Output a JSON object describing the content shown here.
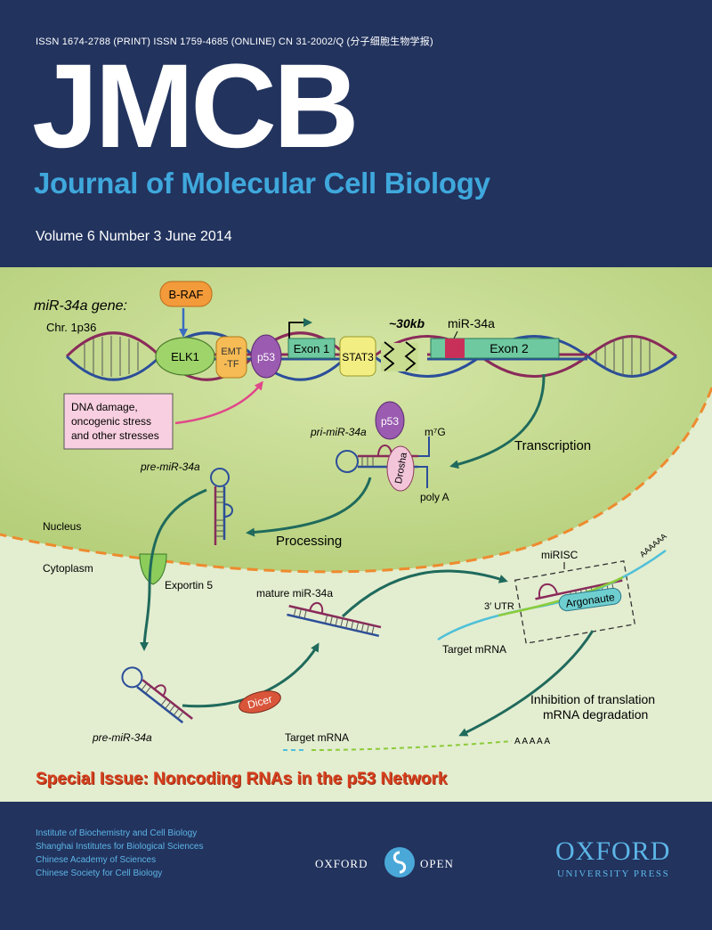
{
  "header": {
    "issn_line": "ISSN 1674-2788 (PRINT)   ISSN 1759-4685 (ONLINE)   CN 31-2002/Q   (分子细胞生物学报)",
    "acronym": "JMCB",
    "full_title": "Journal of Molecular Cell Biology",
    "issue": "Volume 6  Number 3  June 2014"
  },
  "diagram": {
    "gene_title": "miR-34a gene:",
    "chromosome": "Chr. 1p36",
    "braf": "B-RAF",
    "elk1": "ELK1",
    "emt_line1": "EMT",
    "emt_line2": "-TF",
    "p53": "p53",
    "exon1": "Exon 1",
    "stat3": "STAT3",
    "gap": "~30kb",
    "mir34a": "miR-34a",
    "exon2": "Exon 2",
    "stress_line1": "DNA damage,",
    "stress_line2": "oncogenic stress",
    "stress_line3": "and other stresses",
    "pri_mir": "pri-miR-34a",
    "m7g": "m⁷G",
    "drosha": "Drosha",
    "polya": "poly A",
    "transcription": "Transcription",
    "pre_mir_top": "pre-miR-34a",
    "processing": "Processing",
    "nucleus": "Nucleus",
    "cytoplasm": "Cytoplasm",
    "exportin": "Exportin 5",
    "mature": "mature miR-34a",
    "mirisc": "miRISC",
    "utr": "3′ UTR",
    "polyA_tail": "AAAAAA",
    "argonaute": "Argonaute",
    "target_mrna_1": "Target mRNA",
    "pre_mir_bottom": "pre-miR-34a",
    "dicer": "Dicer",
    "inhibition_line1": "Inhibition of translation",
    "inhibition_line2": "mRNA degradation",
    "target_mrna_2": "Target mRNA",
    "degraded_tail": "A  A  A  A  A"
  },
  "special_issue": "Special Issue: Noncoding RNAs in the p53 Network",
  "footer": {
    "institutions": [
      "Institute of Biochemistry and Cell Biology",
      "Shanghai Institutes for Biological Sciences",
      "Chinese Academy of Sciences",
      "Chinese Society for Cell Biology"
    ],
    "open_left": "OXFORD",
    "open_right": "OPEN",
    "publisher_line1": "OXFORD",
    "publisher_line2": "UNIVERSITY PRESS"
  },
  "colors": {
    "navy": "#22335e",
    "title_blue": "#3fa8dc",
    "nucleus_green": "#c3d98c",
    "cytoplasm_green": "#e3edd0",
    "special_red": "#d6401e",
    "arrow_teal": "#1f6a5c"
  }
}
